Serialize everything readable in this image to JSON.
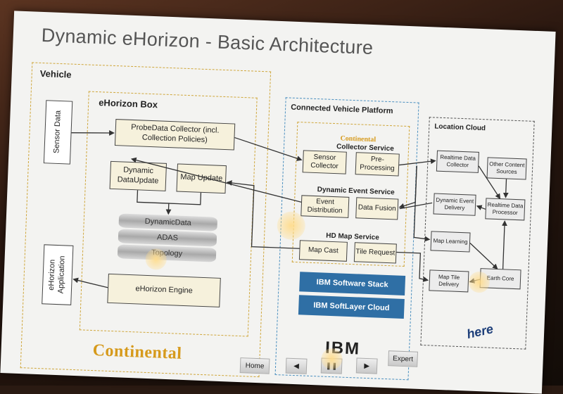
{
  "title": "Dynamic eHorizon - Basic Architecture",
  "vehicle": {
    "label": "Vehicle",
    "sensor_data": "Sensor Data",
    "ehorizon_box": "eHorizon Box",
    "probe_collector": "ProbeData Collector (incl. Collection Policies)",
    "dynamic_update": "Dynamic DataUpdate",
    "map_update": "Map Update",
    "db_layers": [
      "DynamicData",
      "ADAS",
      "Topology"
    ],
    "engine": "eHorizon Engine",
    "application": "eHorizon Application",
    "brand": "Continental"
  },
  "cvp": {
    "label": "Connected Vehicle Platform",
    "brand": "Continental",
    "collector_service": "Collector Service",
    "sensor_collector": "Sensor Collector",
    "preprocessing": "Pre-Processing",
    "dynamic_event_service": "Dynamic Event Service",
    "event_distribution": "Event Distribution",
    "data_fusion": "Data Fusion",
    "hd_map_service": "HD Map Service",
    "map_cast": "Map Cast",
    "tile_request": "Tile Request",
    "ibm_stack": "IBM Software Stack",
    "ibm_cloud": "IBM SoftLayer Cloud",
    "ibm_logo": "IBM"
  },
  "location_cloud": {
    "label": "Location Cloud",
    "realtime_collector": "Realtime Data Collector",
    "other_sources": "Other Content Sources",
    "dynamic_event_delivery": "Dynamic Event Delivery",
    "realtime_processor": "Realtime Data Processor",
    "map_learning": "Map Learning",
    "map_tile_delivery": "Map Tile Delivery",
    "earth_core": "Earth Core",
    "brand": "here"
  },
  "nav": {
    "home": "Home",
    "prev": "◀",
    "pause": "❚❚",
    "next": "▶",
    "expert": "Expert"
  }
}
